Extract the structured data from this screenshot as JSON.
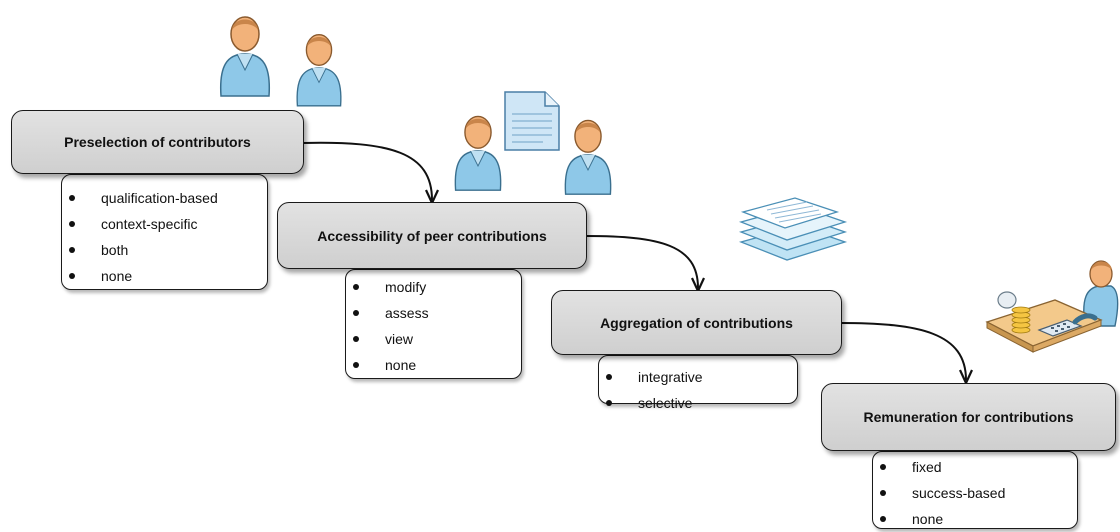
{
  "stages": [
    {
      "title": "Preselection of contributors",
      "options": [
        "qualification-based",
        "context-specific",
        "both",
        "none"
      ]
    },
    {
      "title": "Accessibility of peer contributions",
      "options": [
        "modify",
        "assess",
        "view",
        "none"
      ]
    },
    {
      "title": "Aggregation of contributions",
      "options": [
        "integrative",
        "selective"
      ]
    },
    {
      "title": "Remuneration for contributions",
      "options": [
        "fixed",
        "success-based",
        "none"
      ]
    }
  ],
  "icons": [
    "person-icon",
    "document-icon",
    "document-stack-icon",
    "accountant-icon"
  ],
  "colors": {
    "box_fill": "#d6d6d6",
    "border": "#1a1a1a",
    "icon_blue": "#8ec8e8",
    "icon_skin": "#f2b27a"
  }
}
